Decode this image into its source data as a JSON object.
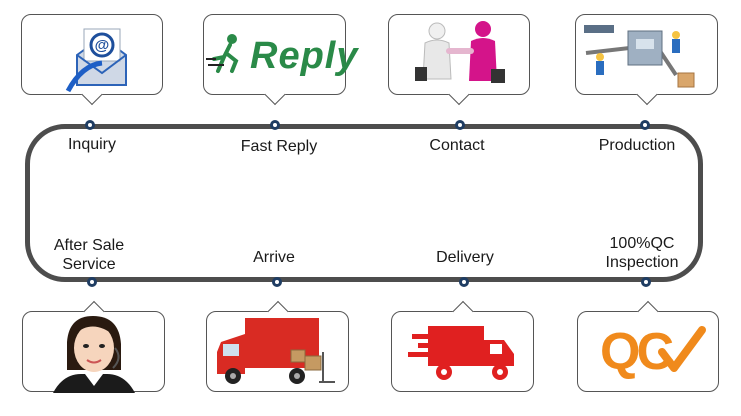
{
  "steps": {
    "inquiry": "Inquiry",
    "fast_reply": "Fast Reply",
    "contact": "Contact",
    "production": "Production",
    "after_sale": "After Sale\nService",
    "arrive": "Arrive",
    "delivery": "Delivery",
    "qc": "100%QC\nInspection"
  },
  "images": {
    "reply_logo_text": "Reply",
    "qc_logo_text": "QC"
  },
  "colors": {
    "loop": "#4d4d4d",
    "dot": "#1f3d63",
    "truck_red": "#e02020",
    "qc_orange": "#f08a1c",
    "reply_green": "#2a8a48"
  }
}
